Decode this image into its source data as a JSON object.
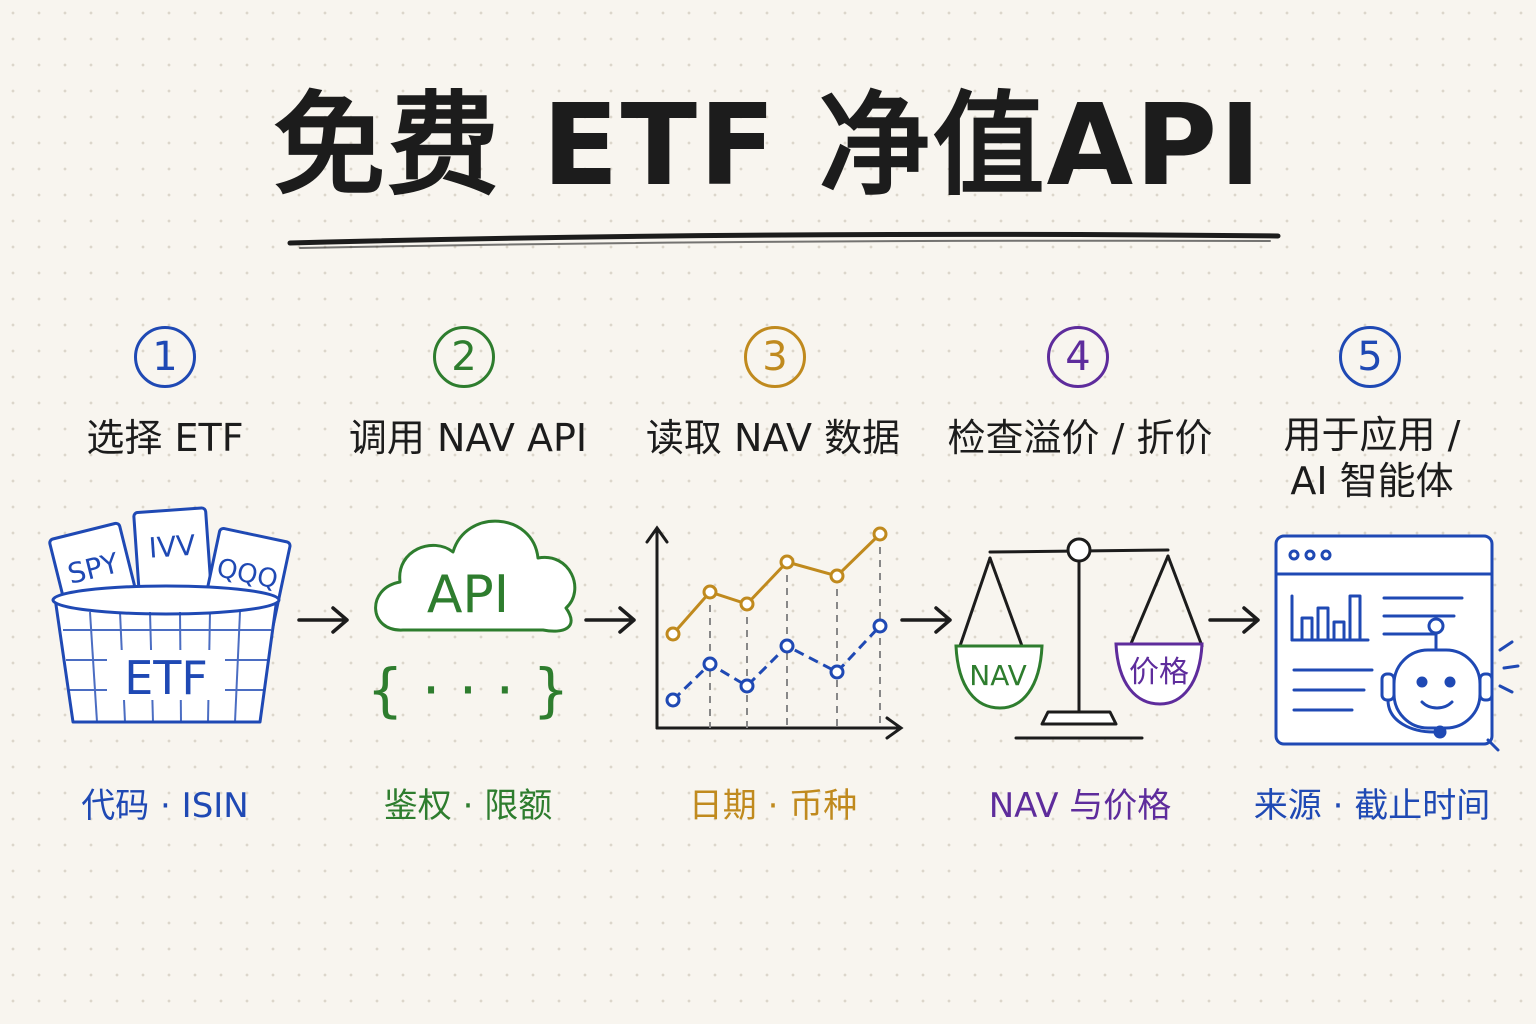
{
  "title": "免费 ETF 净值API",
  "colors": {
    "blue": "#1f49b4",
    "green": "#2e7d2e",
    "gold": "#c08a1e",
    "purple": "#5e2c9c",
    "ink": "#1c1c1c"
  },
  "steps": [
    {
      "number": "1",
      "label": "选择 ETF",
      "sub": "代码 · ISIN",
      "icon": "etf-basket-icon",
      "basket_text": "ETF",
      "cards": [
        "SPY",
        "IVV",
        "QQQ"
      ]
    },
    {
      "number": "2",
      "label": "调用 NAV API",
      "sub": "鉴权 · 限额",
      "icon": "api-cloud-icon",
      "cloud_text": "API",
      "brace_text": "{ · · · }"
    },
    {
      "number": "3",
      "label": "读取 NAV 数据",
      "sub": "日期 · 币种",
      "icon": "line-chart-icon"
    },
    {
      "number": "4",
      "label": "检查溢价 / 折价",
      "sub": "NAV 与价格",
      "icon": "balance-scale-icon",
      "left_pan": "NAV",
      "right_pan": "价格"
    },
    {
      "number": "5",
      "label": "用于应用 /\nAI 智能体",
      "sub": "来源 · 截止时间",
      "icon": "app-robot-icon"
    }
  ]
}
